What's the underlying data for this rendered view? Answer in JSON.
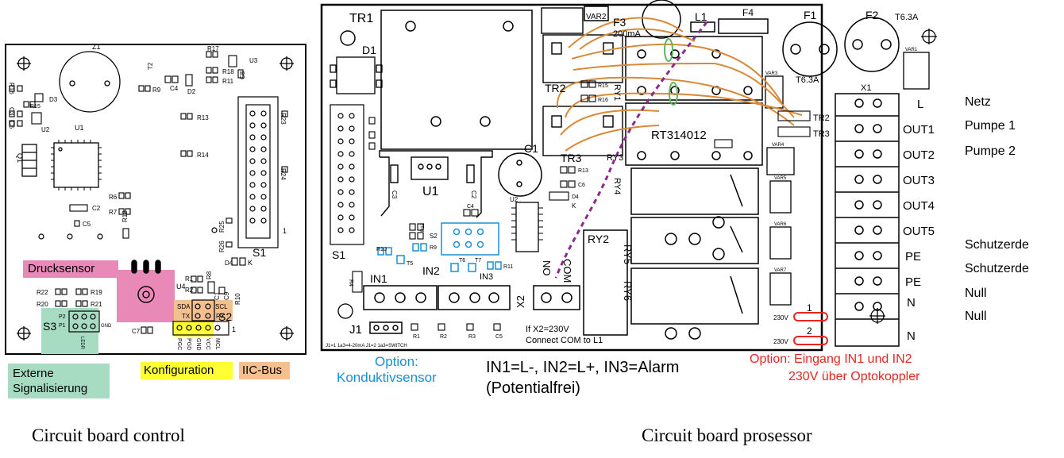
{
  "captions": {
    "left": "Circuit board control",
    "right": "Circuit board prosessor"
  },
  "control_board": {
    "highlights": {
      "pressure_sensor": "Drucksensor"
    },
    "legend": {
      "external_signal": "Externe Signalisierung",
      "configuration": "Konfiguration",
      "iic_bus": "IIC-Bus"
    },
    "parts": {
      "z1": "Z1",
      "t2": "T2",
      "r9": "R9",
      "r17": "R17",
      "u3": "U3",
      "r18": "R18",
      "r11": "R11",
      "c8": "C8",
      "c4": "C4",
      "d2": "D2",
      "r16": "R16",
      "d3": "D3",
      "r15": "R15",
      "c3": "C3",
      "c5v": "C5",
      "u2": "U2",
      "u1": "U1",
      "q1": "Q1",
      "r13": "R13",
      "r14": "R14",
      "r23": "R23",
      "r24": "R24",
      "r6": "R6",
      "r7": "R7",
      "c2": "C2",
      "c5": "C5",
      "r12": "R12",
      "r25": "R25",
      "r26": "R26",
      "s1": "S1",
      "one": "1",
      "d4": "D4",
      "k": "K",
      "r1": "R1",
      "r2": "R2",
      "r8": "R8",
      "c1": "C1",
      "c9": "C9",
      "r10": "R10",
      "u4": "U4",
      "r22": "R22",
      "r19": "R19",
      "r20": "R20",
      "r21": "R21",
      "s3": "S3",
      "p2": "P2",
      "p1": "P1",
      "gnd_s3": "GND",
      "led_r": "LEDR",
      "s2": "S2",
      "sda": "SDA",
      "scl": "SCL",
      "tx": "TX",
      "rx": "RX",
      "c7": "C7",
      "one_b": "1",
      "pgc": "PGC",
      "pgd": "PGD",
      "gnd_s2": "GND",
      "vcc": "VCC",
      "mclr": "MCL"
    }
  },
  "processor_board": {
    "parts": {
      "tr1": "TR1",
      "d1": "D1",
      "var2": "VAR2",
      "f3": "F3",
      "f3_rating": "200mA",
      "l1": "L1",
      "f4": "F4",
      "f1": "F1",
      "f2": "F2",
      "t63a_top": "T6.3A",
      "var1": "VAR1",
      "var3": "VAR3",
      "t63a_mid": "T6.3A",
      "x1": "X1",
      "tr2": "TR2",
      "r15": "R15",
      "ry1": "RY1",
      "r16": "R16",
      "tr2_right": "TR2",
      "tr3_right": "TR3",
      "rt314012": "RT314012",
      "var4": "VAR4",
      "ry3": "RY3",
      "tr3": "TR3",
      "r13": "R13",
      "c6": "C6",
      "d4": "D4",
      "k": "K",
      "u1": "U1",
      "c1": "C1",
      "c2": "C2",
      "c3": "C3",
      "u2": "U2",
      "c4": "C4",
      "ry4": "RY4",
      "var5": "VAR5",
      "var6": "VAR6",
      "var7": "VAR7",
      "s1": "S1",
      "r12": "R12",
      "s2": "S2",
      "r9": "R9",
      "r10": "R10",
      "t5": "T5",
      "t6": "T6",
      "t7": "T7",
      "r11": "R11",
      "in1": "IN1",
      "in2": "IN2",
      "in3": "IN3",
      "r4": "R4",
      "ry2": "RY2",
      "ry5": "RY5",
      "ry6": "RY6",
      "no": "NO",
      "com": "COM",
      "x2": "X2",
      "j1": "J1",
      "j1_note": "J1=1 1a3=4-20mA J1=2 1a3=SWITCH",
      "r1": "R1",
      "r2": "R2",
      "r3": "R3",
      "c5": "C5",
      "x2_note_1": "If X2=230V",
      "x2_note_2": "Connect COM to L1",
      "jp_230v_1": "230V",
      "jp_230v_2": "230V",
      "jp_1": "1",
      "jp_2": "2"
    },
    "terminals": [
      "L",
      "OUT1",
      "OUT2",
      "OUT3",
      "OUT4",
      "OUT5",
      "PE",
      "PE",
      "N",
      "N"
    ],
    "terminal_functions": [
      "Netz",
      "Pumpe 1",
      "Pumpe 2",
      "",
      "",
      "",
      "Schutzerde",
      "Schutzerde",
      "Null",
      "Null"
    ],
    "notes": {
      "option_left_1": "Option:",
      "option_left_2": "Konduktivsensor",
      "inputs": "IN1=L-, IN2=L+, IN3=Alarm",
      "potential": "(Potentialfrei)",
      "option_right_1": "Option: Eingang IN1 und IN2",
      "option_right_2": "230V über Optokoppler"
    }
  },
  "colors": {
    "pressure": "#e889b8",
    "external": "#a7dcc3",
    "configuration": "#ffff33",
    "iic": "#f5c08f",
    "blue": "#1b8fd6",
    "red": "#e8251f",
    "wire": "#d8893a",
    "ferrite": "#5cb85c",
    "dash": "#8a2a8a"
  }
}
